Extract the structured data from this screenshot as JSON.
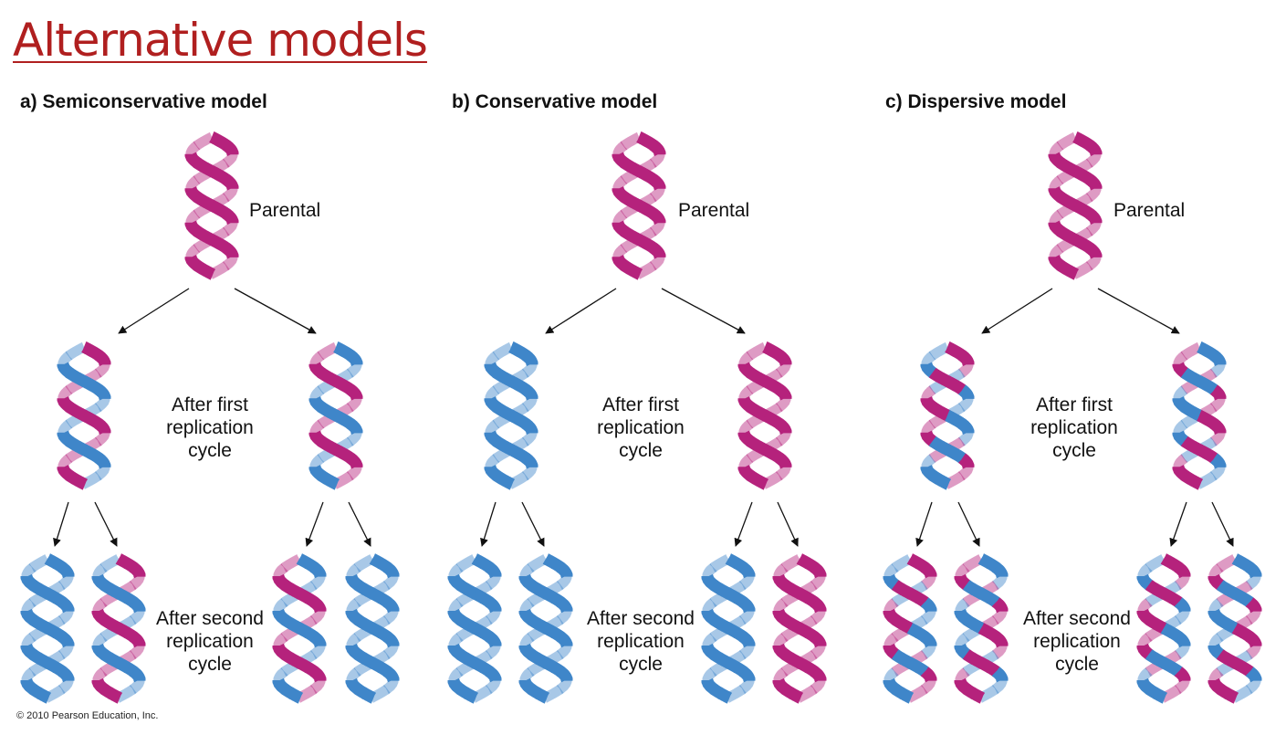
{
  "title": "Alternative models",
  "copyright": "© 2010 Pearson Education, Inc.",
  "colors": {
    "title": "#b01f1f",
    "parental_strand": "#b5227c",
    "new_strand": "#3f86c9"
  },
  "models": [
    {
      "heading": "a) Semiconservative model",
      "parental_label": "Parental",
      "first_label": [
        "After first",
        "replication",
        "cycle"
      ],
      "second_label": [
        "After second",
        "replication",
        "cycle"
      ]
    },
    {
      "heading": "b) Conservative model",
      "parental_label": "Parental",
      "first_label": [
        "After first",
        "replication",
        "cycle"
      ],
      "second_label": [
        "After second",
        "replication",
        "cycle"
      ]
    },
    {
      "heading": "c) Dispersive model",
      "parental_label": "Parental",
      "first_label": [
        "After first",
        "replication",
        "cycle"
      ],
      "second_label": [
        "After second",
        "replication",
        "cycle"
      ]
    }
  ]
}
